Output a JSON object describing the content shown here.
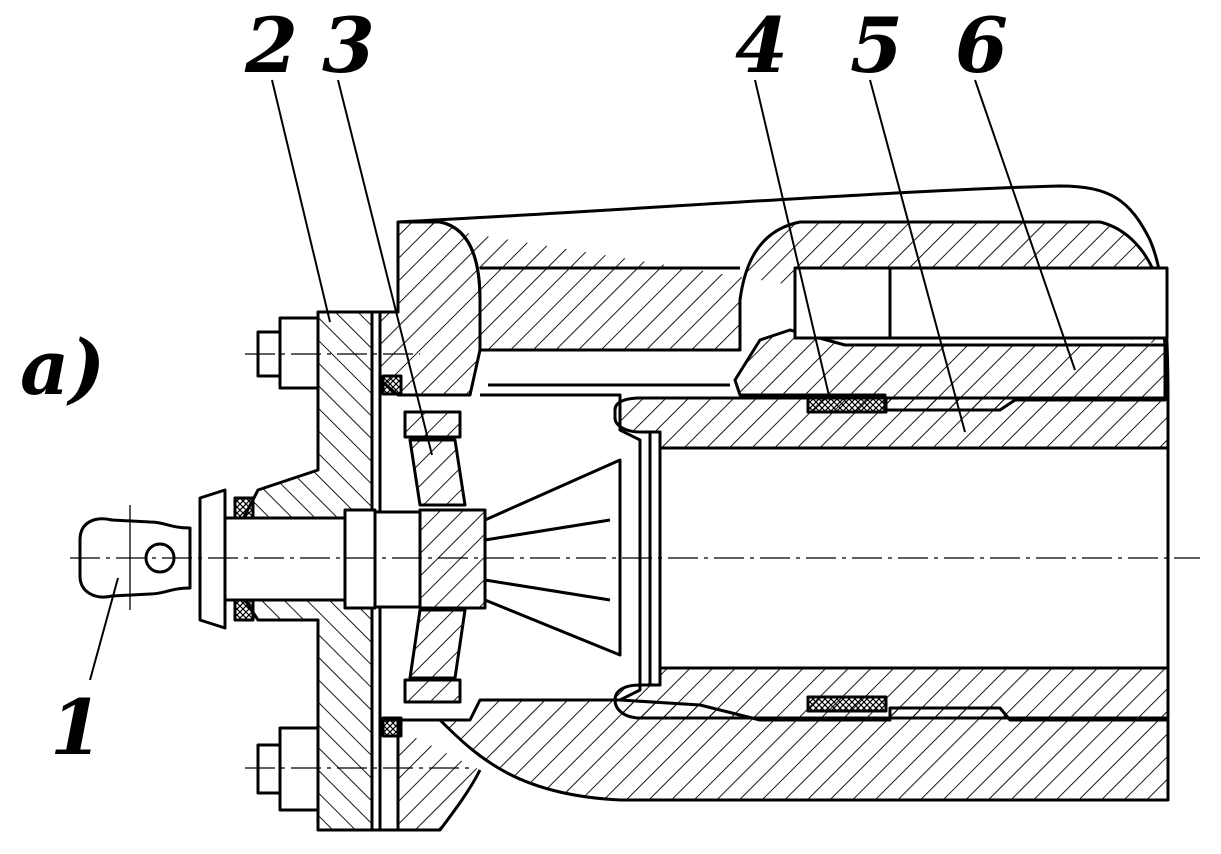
{
  "figure": {
    "panel_label": "a)",
    "callouts": [
      "1",
      "2",
      "3",
      "4",
      "5",
      "6"
    ]
  },
  "colors": {
    "ink": "#000000",
    "paper": "#ffffff"
  }
}
